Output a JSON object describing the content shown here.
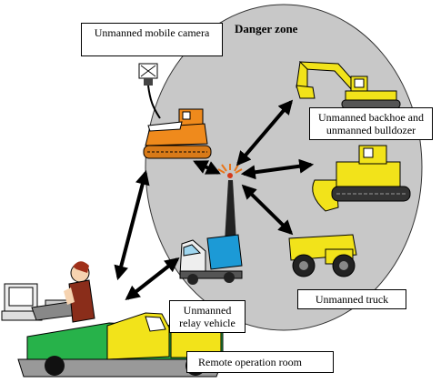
{
  "diagram": {
    "zone_title": "Danger zone",
    "labels": {
      "camera": "Unmanned mobile camera",
      "backhoe": "Unmanned backhoe and unmanned bulldozer",
      "truck": "Unmanned truck",
      "relay": "Unmanned relay vehicle",
      "room": "Remote operation room"
    },
    "colors": {
      "zone": "#c8c8c8",
      "machine_yellow": "#f2e31a",
      "machine_orange": "#ef8a1c",
      "relay_blue": "#1c9ad6",
      "room_green": "#27b24a",
      "arrow": "#000000"
    }
  }
}
